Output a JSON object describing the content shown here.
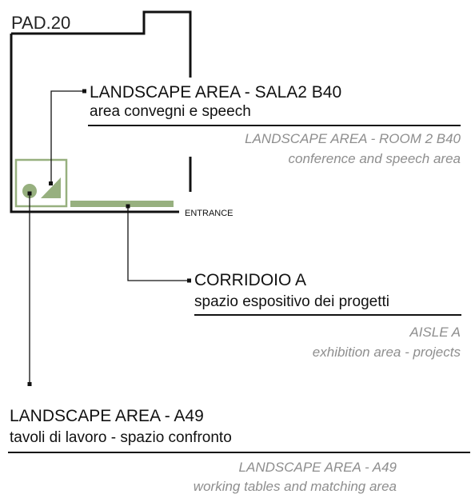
{
  "pavilion": {
    "label": "PAD.20"
  },
  "entrance": {
    "label": "ENTRANCE"
  },
  "areas": [
    {
      "id": "sala2",
      "title": "LANDSCAPE AREA - SALA2 B40",
      "subtitle": "area convegni e speech",
      "en_title": "LANDSCAPE AREA - ROOM 2 B40",
      "en_subtitle": "conference and speech area"
    },
    {
      "id": "corridoio",
      "title": "CORRIDOIO A",
      "subtitle": "spazio espositivo dei progetti",
      "en_title": "AISLE A",
      "en_subtitle": "exhibition area - projects"
    },
    {
      "id": "a49",
      "title": "LANDSCAPE AREA - A49",
      "subtitle": "tavoli di lavoro  - spazio confronto",
      "en_title": "LANDSCAPE AREA - A49",
      "en_subtitle": "working tables and matching area"
    }
  ],
  "colors": {
    "accent_green": "#97b07f",
    "line": "#111111",
    "translation_text": "#8e8e8e"
  },
  "icons": {
    "area_symbol": "circle-and-triangle-icon",
    "corridor": "green-bar"
  }
}
